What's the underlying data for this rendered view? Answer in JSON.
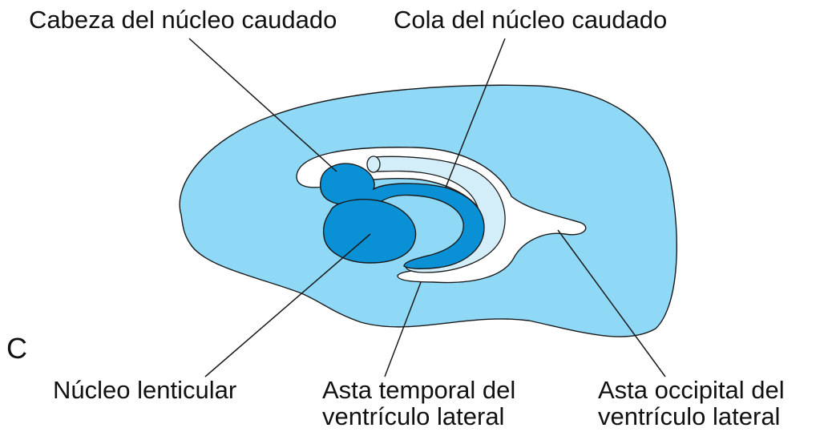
{
  "panel_letter": "C",
  "labels": {
    "caudate_head": "Cabeza del núcleo caudado",
    "caudate_tail": "Cola del núcleo caudado",
    "lenticular_nucleus": "Núcleo lenticular",
    "temporal_horn": [
      "Asta temporal del",
      "ventrículo lateral"
    ],
    "occipital_horn": [
      "Asta occipital del",
      "ventrículo lateral"
    ]
  },
  "colors": {
    "hemisphere": "#8fd8f6",
    "nucleus": "#0a90d4",
    "tail_outline": "#d3eef9",
    "ventricle": "#ffffff",
    "outline": "#1a1a1a"
  }
}
